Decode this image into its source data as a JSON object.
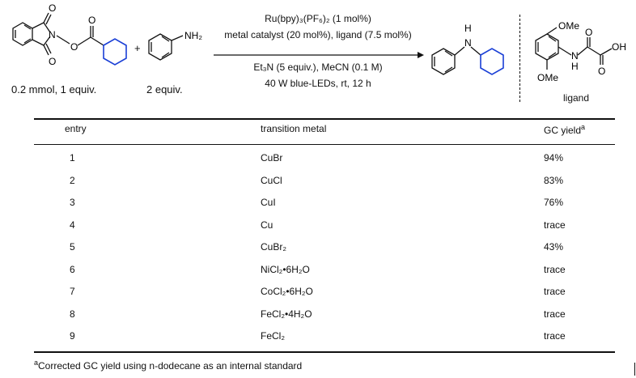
{
  "scheme": {
    "reactant1": {
      "label": "0.2 mmol, 1 equiv.",
      "atoms": [
        "O",
        "N",
        "O",
        "O",
        "O"
      ]
    },
    "plus": "+",
    "reactant2": {
      "label": "2 equiv.",
      "group": "NH₂"
    },
    "conditions": {
      "photocatalyst": "Ru(bpy)₃(PF₆)₂ (1 mol%)",
      "catalyst": "metal catalyst (20 mol%), ligand (7.5 mol%)",
      "base": "Et₃N (5 equiv.), MeCN (0.1 M)",
      "reaction": "40 W blue-LEDs, rt, 12 h"
    },
    "product": {
      "atom": "H",
      "atom2": "N"
    },
    "ligand": {
      "label": "ligand",
      "atoms": [
        "OMe",
        "OMe",
        "O",
        "O",
        "OH",
        "N",
        "H"
      ]
    }
  },
  "table": {
    "headers": {
      "entry": "entry",
      "metal": "transition metal",
      "yield": "GC yield"
    },
    "yield_footnote_mark": "a",
    "rows": [
      {
        "entry": "1",
        "metal": "CuBr",
        "yield": "94%"
      },
      {
        "entry": "2",
        "metal": "CuCl",
        "yield": "83%"
      },
      {
        "entry": "3",
        "metal": "CuI",
        "yield": "76%"
      },
      {
        "entry": "4",
        "metal": "Cu",
        "yield": "trace"
      },
      {
        "entry": "5",
        "metal": "CuBr₂",
        "yield": "43%"
      },
      {
        "entry": "6",
        "metal": "NiCl₂•6H₂O",
        "yield": "trace"
      },
      {
        "entry": "7",
        "metal": "CoCl₂•6H₂O",
        "yield": "trace"
      },
      {
        "entry": "8",
        "metal": "FeCl₂•4H₂O",
        "yield": "trace"
      },
      {
        "entry": "9",
        "metal": "FeCl₂",
        "yield": "trace"
      }
    ],
    "footnote": {
      "mark": "a",
      "text": "Corrected GC yield using n-dodecane as an internal standard"
    }
  }
}
